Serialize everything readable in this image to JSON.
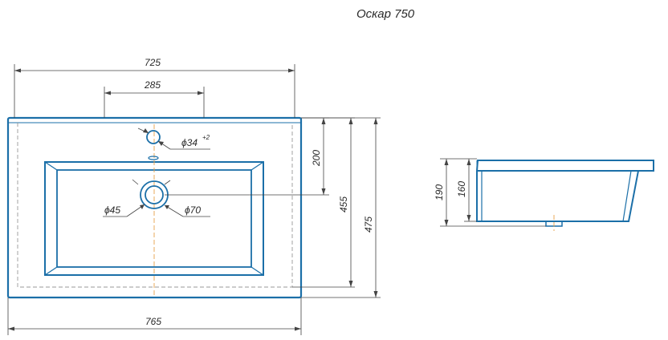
{
  "title": "Оскар 750",
  "top_view": {
    "width_top": "725",
    "faucet_spacing": "285",
    "faucet_hole": "ϕ34",
    "faucet_hole_tolerance": "+2",
    "drain_inner": "ϕ45",
    "drain_outer": "ϕ70",
    "depth_to_drain": "200",
    "depth_inner": "455",
    "depth_total": "475",
    "width_bottom": "765"
  },
  "side_view": {
    "height_total": "190",
    "height_bowl": "160"
  },
  "colors": {
    "outline": "#1b6fa8",
    "dimension": "#444444",
    "centerline": "#e8a24a"
  }
}
